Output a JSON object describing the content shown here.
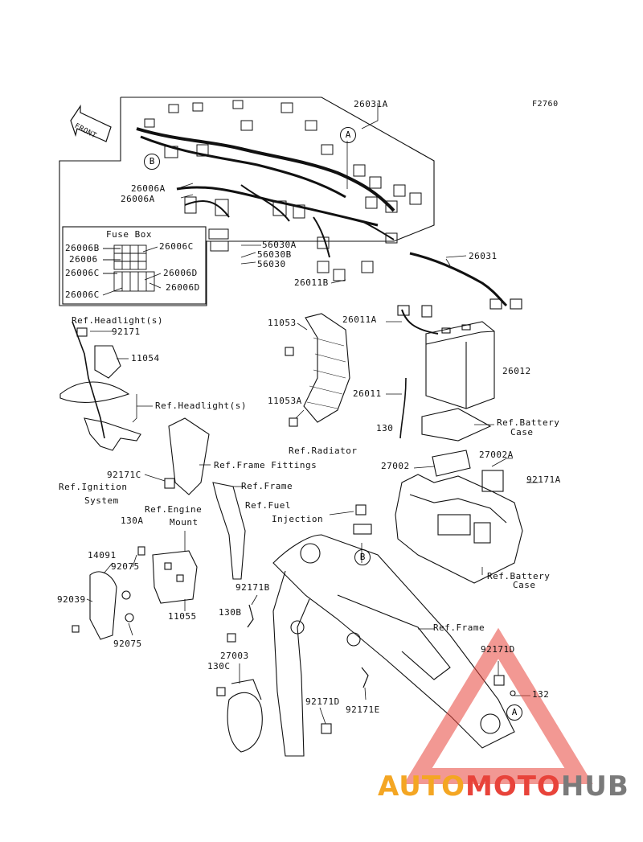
{
  "diagram_code": "F2760",
  "front_label": "FRONT",
  "fuse_box_title": "Fuse Box",
  "callouts": {
    "ca": "A",
    "cb": "B"
  },
  "parts": {
    "p26031A": "26031A",
    "p26031": "26031",
    "p26006A_1": "26006A",
    "p26006A_2": "26006A",
    "p56030A": "56030A",
    "p56030B": "56030B",
    "p56030": "56030",
    "p26011B": "26011B",
    "p26006B": "26006B",
    "p26006": "26006",
    "p26006C_1": "26006C",
    "p26006C_2": "26006C",
    "p26006C_3": "26006C",
    "p26006D_1": "26006D",
    "p26006D_2": "26006D",
    "p11053": "11053",
    "p11053A": "11053A",
    "p26011A": "26011A",
    "p26012": "26012",
    "p26011": "26011",
    "p130": "130",
    "p27002": "27002",
    "p27002A": "27002A",
    "p92171A": "92171A",
    "p92171": "92171",
    "p11054": "11054",
    "p92171C": "92171C",
    "p130A": "130A",
    "p14091": "14091",
    "p92075_1": "92075",
    "p92075_2": "92075",
    "p92039": "92039",
    "p11055": "11055",
    "p92171B": "92171B",
    "p130B": "130B",
    "p27003": "27003",
    "p130C": "130C",
    "p92171D_1": "92171D",
    "p92171D_2": "92171D",
    "p92171E": "92171E",
    "p132": "132"
  },
  "refs": {
    "headlights_top": "Ref.Headlight(s)",
    "headlights_mid": "Ref.Headlight(s)",
    "radiator": "Ref.Radiator",
    "battery_case_1a": "Ref.Battery",
    "battery_case_1b": "Case",
    "frame_fittings": "Ref.Frame Fittings",
    "ignition_a": "Ref.Ignition",
    "ignition_b": "System",
    "frame_1": "Ref.Frame",
    "engine_a": "Ref.Engine",
    "engine_b": "Mount",
    "fuel_a": "Ref.Fuel",
    "fuel_b": "Injection",
    "battery_case_2a": "Ref.Battery",
    "battery_case_2b": "Case",
    "frame_2": "Ref.Frame"
  },
  "watermark": {
    "part1": "AUTO",
    "part2": "MOTO",
    "part3": "HUB",
    "color1": "#f4a623",
    "color2": "#e8433a",
    "color3": "#7a7a7a"
  }
}
